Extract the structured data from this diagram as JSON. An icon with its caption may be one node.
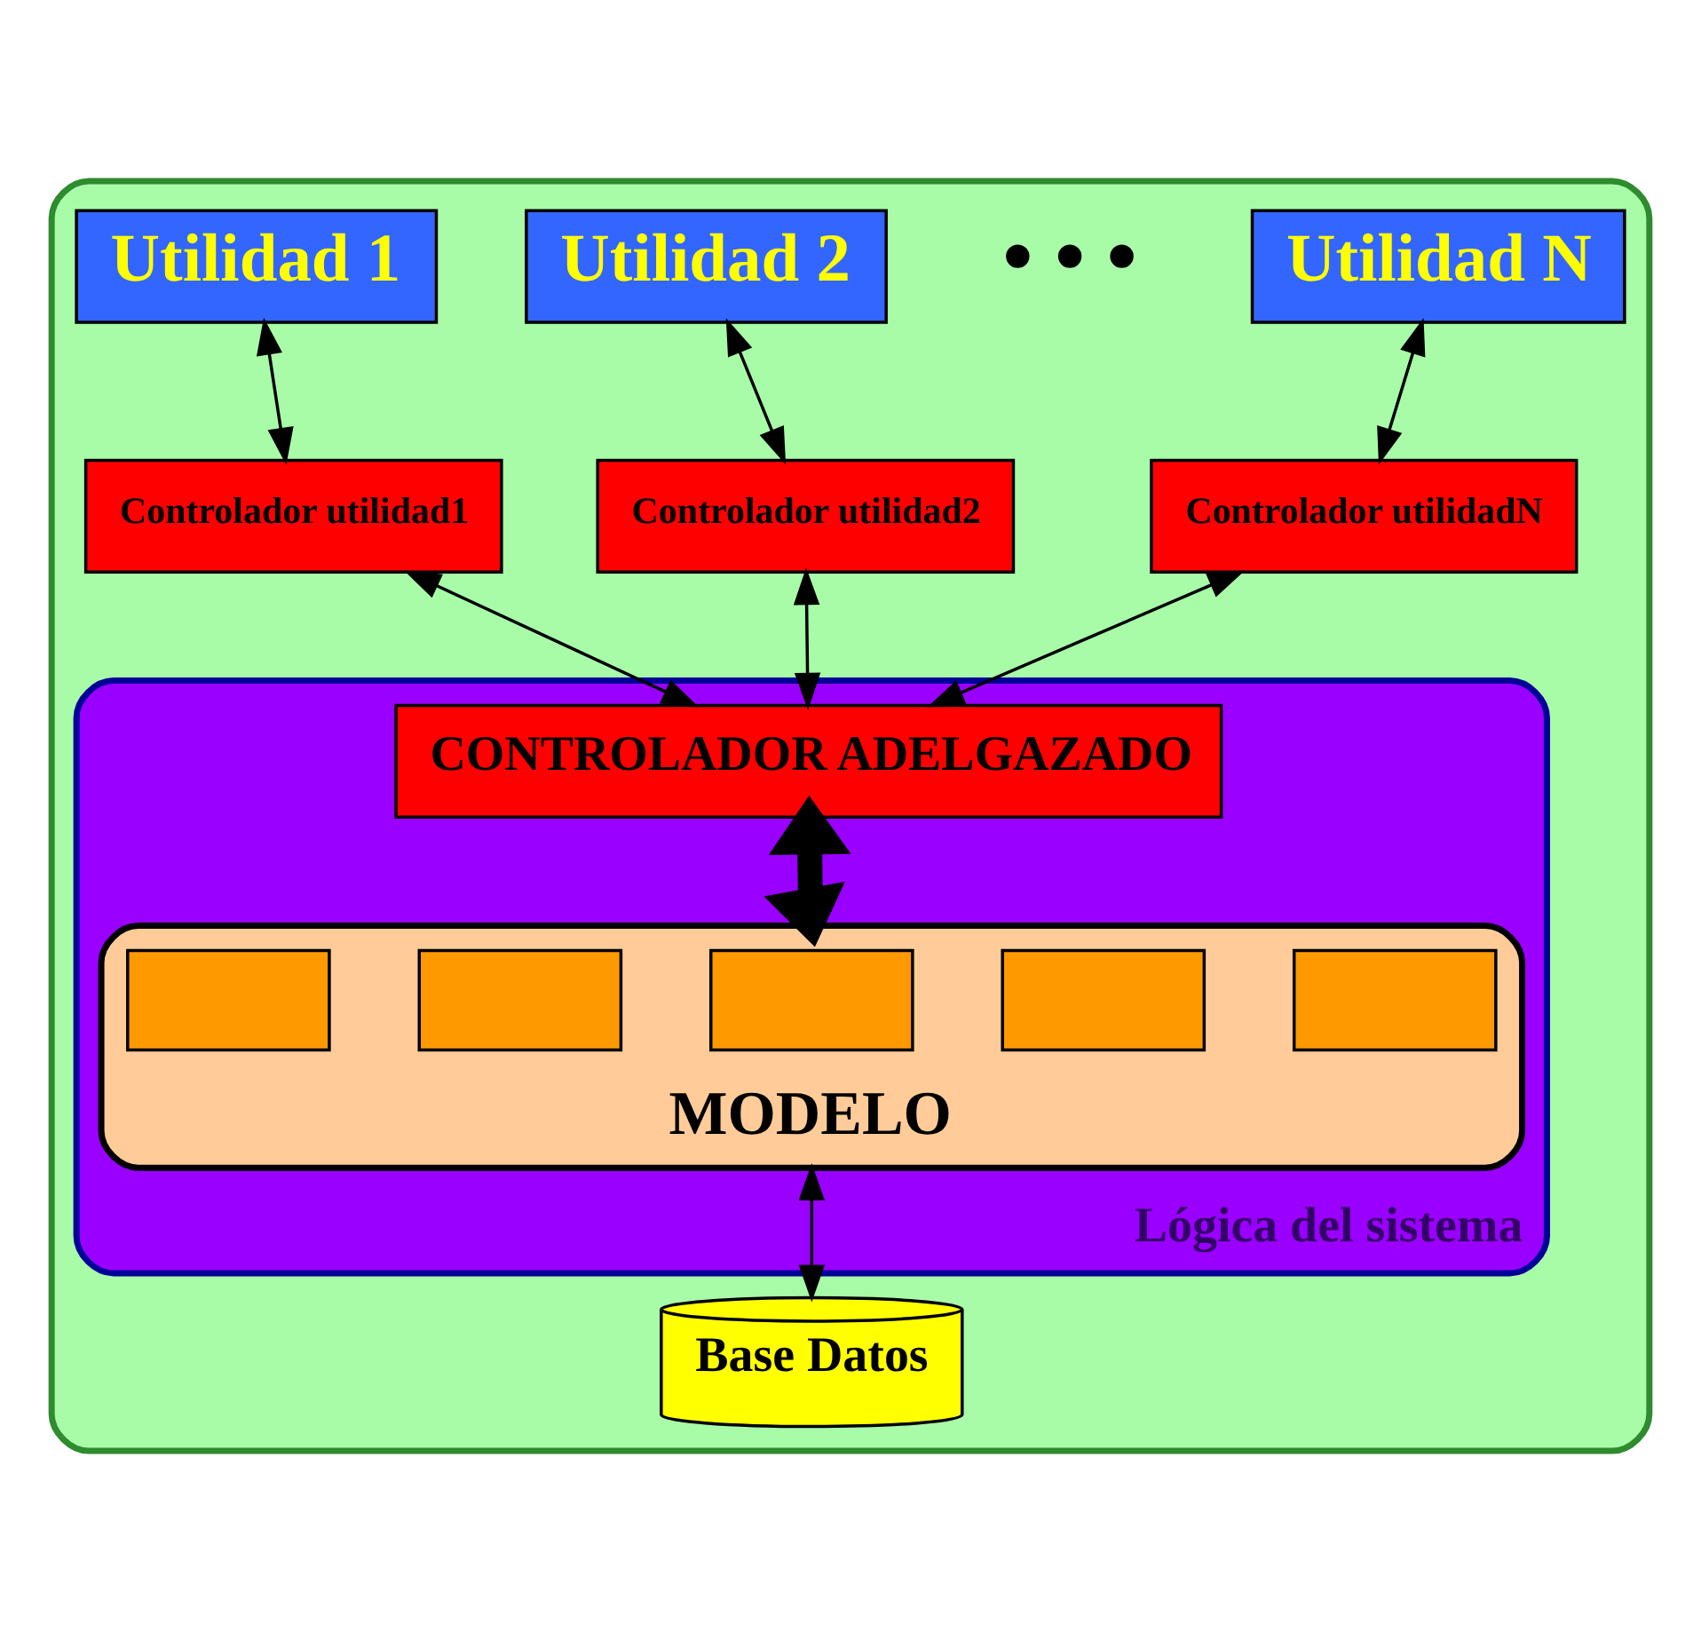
{
  "diagram": {
    "nodes": [
      {
        "text": [],
        "shape": "box"
      },
      {
        "text": [
          "Utilidad 1"
        ],
        "in": 0
      },
      {
        "text": [
          "Utilidad 2"
        ],
        "in": 0
      },
      {
        "text": [
          "Utilidad N"
        ],
        "in": 0
      },
      {
        "text": [
          "Controlador utilidad1"
        ],
        "in": 0
      },
      {
        "text": [
          "Controlador utilidad2"
        ],
        "in": 0
      },
      {
        "text": [
          "Controlador utilidadN"
        ],
        "in": 0
      },
      {
        "text": [
          "Lógica del sistema"
        ],
        "in": 0
      },
      {
        "text": [
          "CONTROLADOR ADELGAZADO"
        ],
        "in": 7
      },
      {
        "text": [
          "MODELO"
        ],
        "in": 7
      },
      {
        "text": [],
        "shape": "box",
        "in": 9
      },
      {
        "text": [],
        "shape": "box",
        "in": 9
      },
      {
        "text": [],
        "shape": "box",
        "in": 9
      },
      {
        "text": [],
        "shape": "box",
        "in": 9
      },
      {
        "text": [],
        "shape": "box",
        "in": 9
      },
      {
        "text": [
          "Base Datos"
        ],
        "in": 0
      }
    ],
    "edges": [
      {
        "from": 1,
        "to": 4,
        "arrow": "both"
      },
      {
        "from": 2,
        "to": 5,
        "arrow": "both"
      },
      {
        "from": 3,
        "to": 6,
        "arrow": "both"
      },
      {
        "from": 4,
        "to": 8,
        "arrow": "both"
      },
      {
        "from": 5,
        "to": 8,
        "arrow": "both"
      },
      {
        "from": 6,
        "to": 8,
        "arrow": "both"
      },
      {
        "from": 8,
        "to": 9,
        "arrow": "both",
        "style": "thick"
      },
      {
        "from": 9,
        "to": 15,
        "arrow": "both"
      }
    ],
    "labels": [
      "• • •"
    ]
  }
}
